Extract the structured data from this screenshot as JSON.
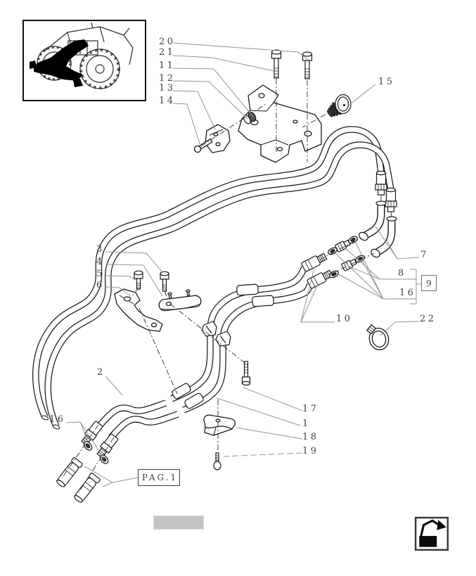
{
  "colors": {
    "line": "#1a1a1a",
    "leader": "#949494",
    "label": "#3f3f3f",
    "redaction_bar": "#c3c3c3",
    "highlight_silhouette": "#000000"
  },
  "callouts": {
    "c20": "20",
    "c21": "21",
    "c11": "11",
    "c12": "12",
    "c13": "13",
    "c14": "14",
    "c15": "15",
    "c7": "7",
    "c8": "8",
    "c9": "9",
    "c16r": "16",
    "c10": "10",
    "c22": "22",
    "c3": "3",
    "c4": "4",
    "c5": "5",
    "c6": "6",
    "c2": "2",
    "c16l": "16",
    "c17": "17",
    "c1": "1",
    "c18": "18",
    "c19": "19"
  },
  "references": {
    "page_ref_label": "PAG.1"
  },
  "icons": {
    "thumbnail_icon": "tractor-front-quarter-view-icon",
    "nav_icon": "page-continuation-arrow-icon"
  }
}
